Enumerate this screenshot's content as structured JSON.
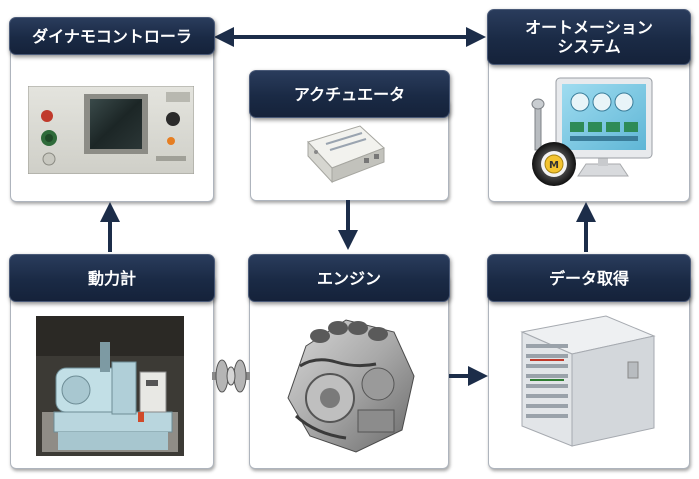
{
  "colors": {
    "header_bg": "#1c2d49",
    "arrow": "#1c2d49"
  },
  "nodes": {
    "dynamo_controller": {
      "label": "ダイナモコントローラ",
      "image": "control-panel-photo"
    },
    "actuator": {
      "label": "アクチュエータ",
      "image": "actuator-unit-photo"
    },
    "automation_system": {
      "label": "オートメーション\nシステム",
      "image": "monitor-steering-wheel-icon"
    },
    "dynamometer": {
      "label": "動力計",
      "image": "dynamometer-photo"
    },
    "engine": {
      "label": "エンジン",
      "image": "engine-photo"
    },
    "data_acquisition": {
      "label": "データ取得",
      "image": "data-rack-photo"
    }
  },
  "connections": [
    {
      "from": "dynamo_controller",
      "to": "automation_system",
      "type": "bidirectional"
    },
    {
      "from": "actuator",
      "to": "engine",
      "type": "arrow"
    },
    {
      "from": "dynamometer",
      "to": "dynamo_controller",
      "type": "arrow"
    },
    {
      "from": "data_acquisition",
      "to": "automation_system",
      "type": "arrow"
    },
    {
      "from": "engine",
      "to": "data_acquisition",
      "type": "arrow"
    },
    {
      "from": "dynamometer",
      "to": "engine",
      "type": "coupling",
      "icon": "shaft-coupling-icon"
    }
  ]
}
